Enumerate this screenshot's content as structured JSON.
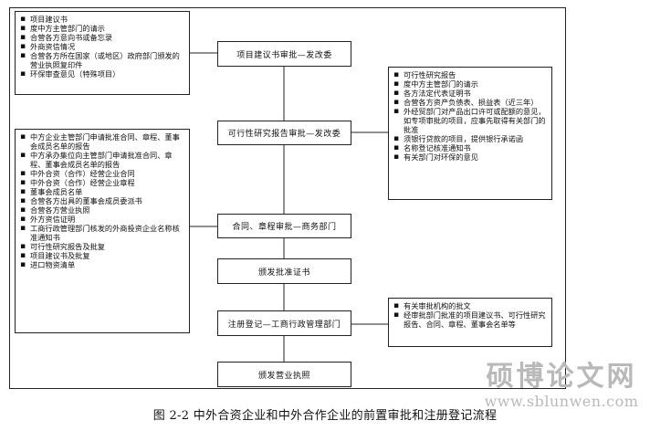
{
  "stages": [
    {
      "label": "项目建议书审批—发改委"
    },
    {
      "label": "可行性研究报告审批—发改委"
    },
    {
      "label": "合同、章程审批—商务部门"
    },
    {
      "label": "颁发批准证书"
    },
    {
      "label": "注册登记—工商行政管理部门"
    },
    {
      "label": "颁发营业执照"
    }
  ],
  "left_lists": [
    {
      "items": [
        "项目建议书",
        "度中方主管部门的请示",
        "合营各方意向书或备忘录",
        "外商资信情况",
        "合营各方所在国家（或地区）政府部门颁发的营业执照复印件",
        "环保审查意见（特殊项目）"
      ]
    },
    {
      "items": [
        "中方企业主管部门申请批准合同、章程、董事会成员名单的报告",
        "中方承办集位向主管部门申请批准合同、章程、董事会成员名单的报告",
        "中外合资（合作）经营企业合同",
        "中外合资（合作）经营企业章程",
        "董事会成员名单",
        "合营各方出具的董事会成员委派书",
        "合营各方营业执照",
        "外方资信证明",
        "工商行政管理部门核发的外商投资企业名称核准通知书",
        "可行性研究报告及批复",
        "项目建议书及批复",
        "进口物资清单"
      ]
    }
  ],
  "right_lists": [
    {
      "items": [
        "可行性研究报告",
        "度中方主管部门的请示",
        "各方法定代表证明书",
        "合营各方资产负债表、损益表（近三年）",
        "外经贸部门对产品出口许可或配额的意见，如专项审批的项目，应事先取得有关部门的批准",
        "须银行贷款的项目，提供银行承诺函",
        "名称登记核准通知书",
        "有关部门对环保的意见"
      ]
    },
    {
      "items": [
        "有关审批机构的批文",
        "经审批部门批准的项目建议书、可行性研究报告、合同、章程、董事会名单等"
      ]
    }
  ],
  "caption": "图 2-2 中外合资企业和中外合作企业的前置审批和注册登记流程",
  "watermark": {
    "cn": "硕博论文网",
    "url": "www.sblunwen.com"
  }
}
